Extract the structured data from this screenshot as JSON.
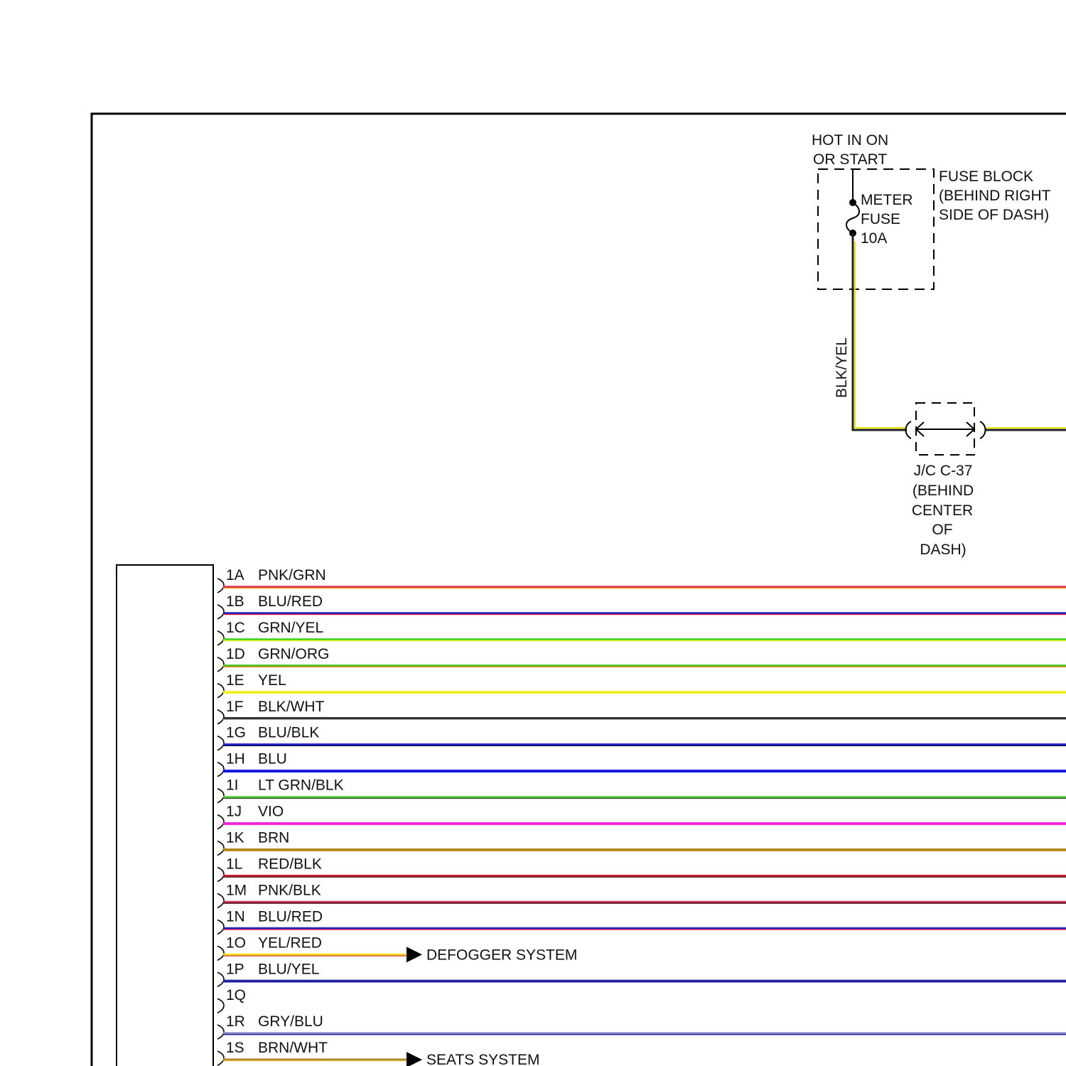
{
  "fuse_block": {
    "hot_label_line1": "HOT IN ON",
    "hot_label_line2": "OR START",
    "name_line1": "FUSE BLOCK",
    "name_line2": "(BEHIND RIGHT",
    "name_line3": "SIDE OF DASH)",
    "fuse_line1": "METER",
    "fuse_line2": "FUSE",
    "fuse_line3": "10A"
  },
  "feed_wire": {
    "label": "BLK/YEL",
    "color": "#e8e800"
  },
  "junction": {
    "line1": "J/C C-37",
    "line2": "(BEHIND",
    "line3": "CENTER",
    "line4": "OF",
    "line5": "DASH)"
  },
  "pins": [
    {
      "pin": "1A",
      "wire": "PNK/GRN",
      "colors": [
        "#e0304a",
        "#f0a020"
      ]
    },
    {
      "pin": "1B",
      "wire": "BLU/RED",
      "colors": [
        "#2020c0",
        "#d02040"
      ]
    },
    {
      "pin": "1C",
      "wire": "GRN/YEL",
      "colors": [
        "#40d020",
        "#f0f020"
      ]
    },
    {
      "pin": "1D",
      "wire": "GRN/ORG",
      "colors": [
        "#40c020",
        "#f09020"
      ]
    },
    {
      "pin": "1E",
      "wire": "YEL",
      "colors": [
        "#f0f020",
        "#f0f020"
      ]
    },
    {
      "pin": "1F",
      "wire": "BLK/WHT",
      "colors": [
        "#202020",
        "#a0a0a0"
      ]
    },
    {
      "pin": "1G",
      "wire": "BLU/BLK",
      "colors": [
        "#2020d0",
        "#101040"
      ]
    },
    {
      "pin": "1H",
      "wire": "BLU",
      "colors": [
        "#1818e0",
        "#1818e0"
      ]
    },
    {
      "pin": "1I",
      "wire": "LT GRN/BLK",
      "colors": [
        "#60e040",
        "#204020"
      ]
    },
    {
      "pin": "1J",
      "wire": "VIO",
      "colors": [
        "#f020e0",
        "#f020e0"
      ]
    },
    {
      "pin": "1K",
      "wire": "BRN",
      "colors": [
        "#b08818",
        "#b08818"
      ]
    },
    {
      "pin": "1L",
      "wire": "RED/BLK",
      "colors": [
        "#d02030",
        "#501010"
      ]
    },
    {
      "pin": "1M",
      "wire": "PNK/BLK",
      "colors": [
        "#c03050",
        "#501020"
      ]
    },
    {
      "pin": "1N",
      "wire": "BLU/RED",
      "colors": [
        "#2020c0",
        "#d02040"
      ]
    },
    {
      "pin": "1O",
      "wire": "YEL/RED",
      "colors": [
        "#f0e020",
        "#e04020"
      ],
      "destination": "DEFOGGER SYSTEM"
    },
    {
      "pin": "1P",
      "wire": "BLU/YEL",
      "colors": [
        "#2020a0",
        "#2020a0"
      ]
    },
    {
      "pin": "1Q",
      "wire": "",
      "colors": []
    },
    {
      "pin": "1R",
      "wire": "GRY/BLU",
      "colors": [
        "#8080c0",
        "#3030a0"
      ]
    },
    {
      "pin": "1S",
      "wire": "BRN/WHT",
      "colors": [
        "#b08818",
        "#e0c060"
      ],
      "destination": "SEATS SYSTEM"
    }
  ]
}
